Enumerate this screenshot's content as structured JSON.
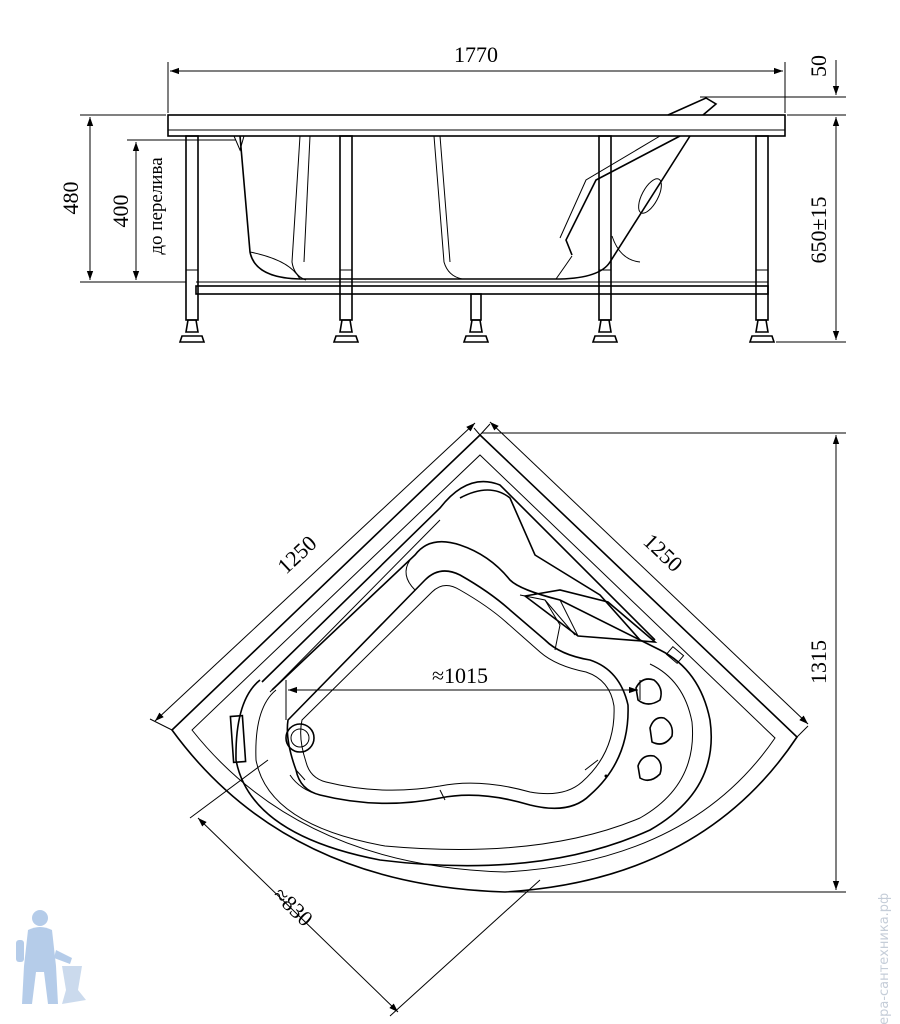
{
  "side_view": {
    "dim_length": "1770",
    "dim_rim": "50",
    "dim_height_total": "480",
    "dim_overflow_height": "400",
    "overflow_label": "до перелива",
    "dim_height_legs": "650±15"
  },
  "top_view": {
    "dim_side_left": "1250",
    "dim_side_right": "1250",
    "dim_depth": "1315",
    "dim_inner_width": "≈1015",
    "dim_inner_diagonal": "≈830"
  },
  "watermark": {
    "text": "сфера-сантехника.рф"
  },
  "colors": {
    "line": "#000000",
    "watermark": "#c5cdd8",
    "logo": "#a9c4e6"
  }
}
